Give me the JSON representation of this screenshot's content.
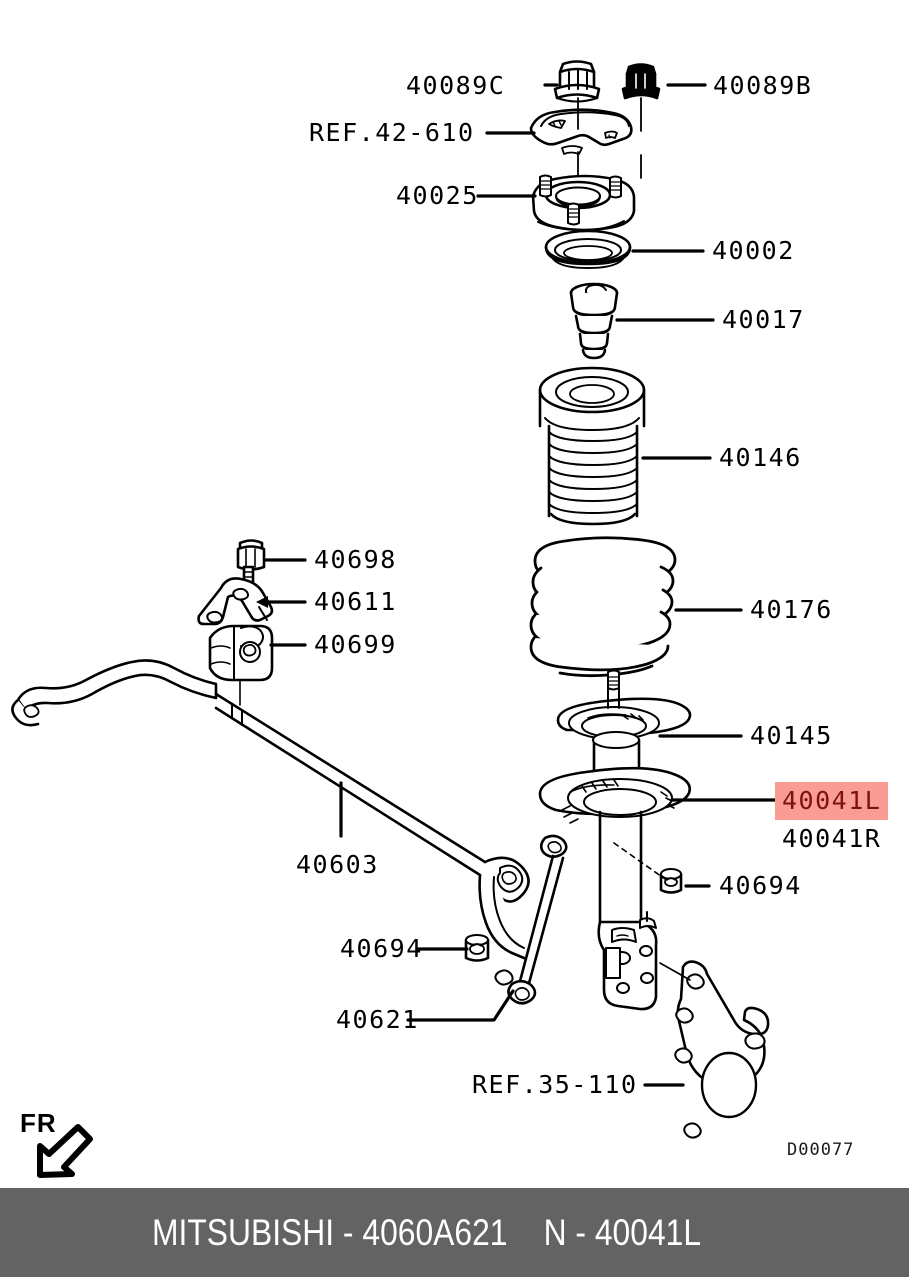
{
  "diagram": {
    "drawing_code": "D00077",
    "orientation_marker": {
      "label": "FR",
      "icon": "arrow-down-left-icon"
    },
    "highlight_color": "#f99c94",
    "highlight_text_color": "#7c1111",
    "footer_background": "#636363",
    "line_color": "#000000"
  },
  "callouts": [
    {
      "id": "40089C",
      "text": "40089C",
      "side": "left"
    },
    {
      "id": "40089B",
      "text": "40089B",
      "side": "right"
    },
    {
      "id": "REF42610",
      "text": "REF.42-610",
      "side": "left"
    },
    {
      "id": "40025",
      "text": "40025",
      "side": "left"
    },
    {
      "id": "40002",
      "text": "40002",
      "side": "right"
    },
    {
      "id": "40017",
      "text": "40017",
      "side": "right"
    },
    {
      "id": "40146",
      "text": "40146",
      "side": "right"
    },
    {
      "id": "40698",
      "text": "40698",
      "side": "right"
    },
    {
      "id": "40611",
      "text": "40611",
      "side": "right"
    },
    {
      "id": "40699",
      "text": "40699",
      "side": "right"
    },
    {
      "id": "40176",
      "text": "40176",
      "side": "right"
    },
    {
      "id": "40145",
      "text": "40145",
      "side": "right"
    },
    {
      "id": "40041L",
      "text": "40041L",
      "side": "right",
      "highlighted": true
    },
    {
      "id": "40041R",
      "text": "40041R",
      "side": "right"
    },
    {
      "id": "40694b",
      "text": "40694",
      "side": "right"
    },
    {
      "id": "40603",
      "text": "40603",
      "side": "left"
    },
    {
      "id": "40694a",
      "text": "40694",
      "side": "left"
    },
    {
      "id": "40621",
      "text": "40621",
      "side": "left"
    },
    {
      "id": "REF35110",
      "text": "REF.35-110",
      "side": "left"
    }
  ],
  "footer": {
    "brand": "MITSUBISHI",
    "separator": "-",
    "catalog_number": "4060A621",
    "side_prefix": "N",
    "side_separator": "-",
    "side_part_number": "40041L",
    "brand_line": "MITSUBISHI - 4060A621",
    "side_line": "N - 40041L"
  }
}
